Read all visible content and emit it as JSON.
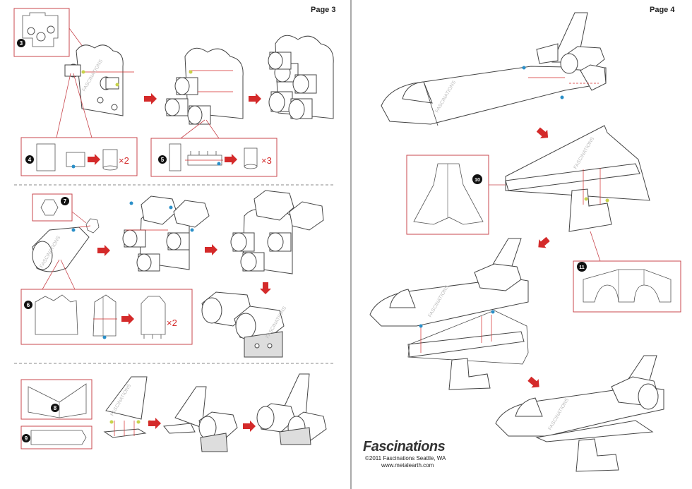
{
  "pages": [
    {
      "label": "Page 3"
    },
    {
      "label": "Page 4"
    }
  ],
  "steps": {
    "s3": "3",
    "s4": "4",
    "s5": "5",
    "s6": "6",
    "s7": "7",
    "s8": "8",
    "s9": "9",
    "s10": "10",
    "s11": "11"
  },
  "multipliers": {
    "step4": "×2",
    "step5": "×3",
    "step6": "×2"
  },
  "watermark": "FASCINATIONS",
  "brand": {
    "name": "Fascinations",
    "copyright": "©2011 Fascinations Seattle, WA",
    "url": "www.metalearth.com"
  },
  "colors": {
    "frame": "#c9474e",
    "arrow": "#d42a2a",
    "line": "#444444",
    "dot": "#2a8fc8",
    "glue": "#c8d24a"
  }
}
